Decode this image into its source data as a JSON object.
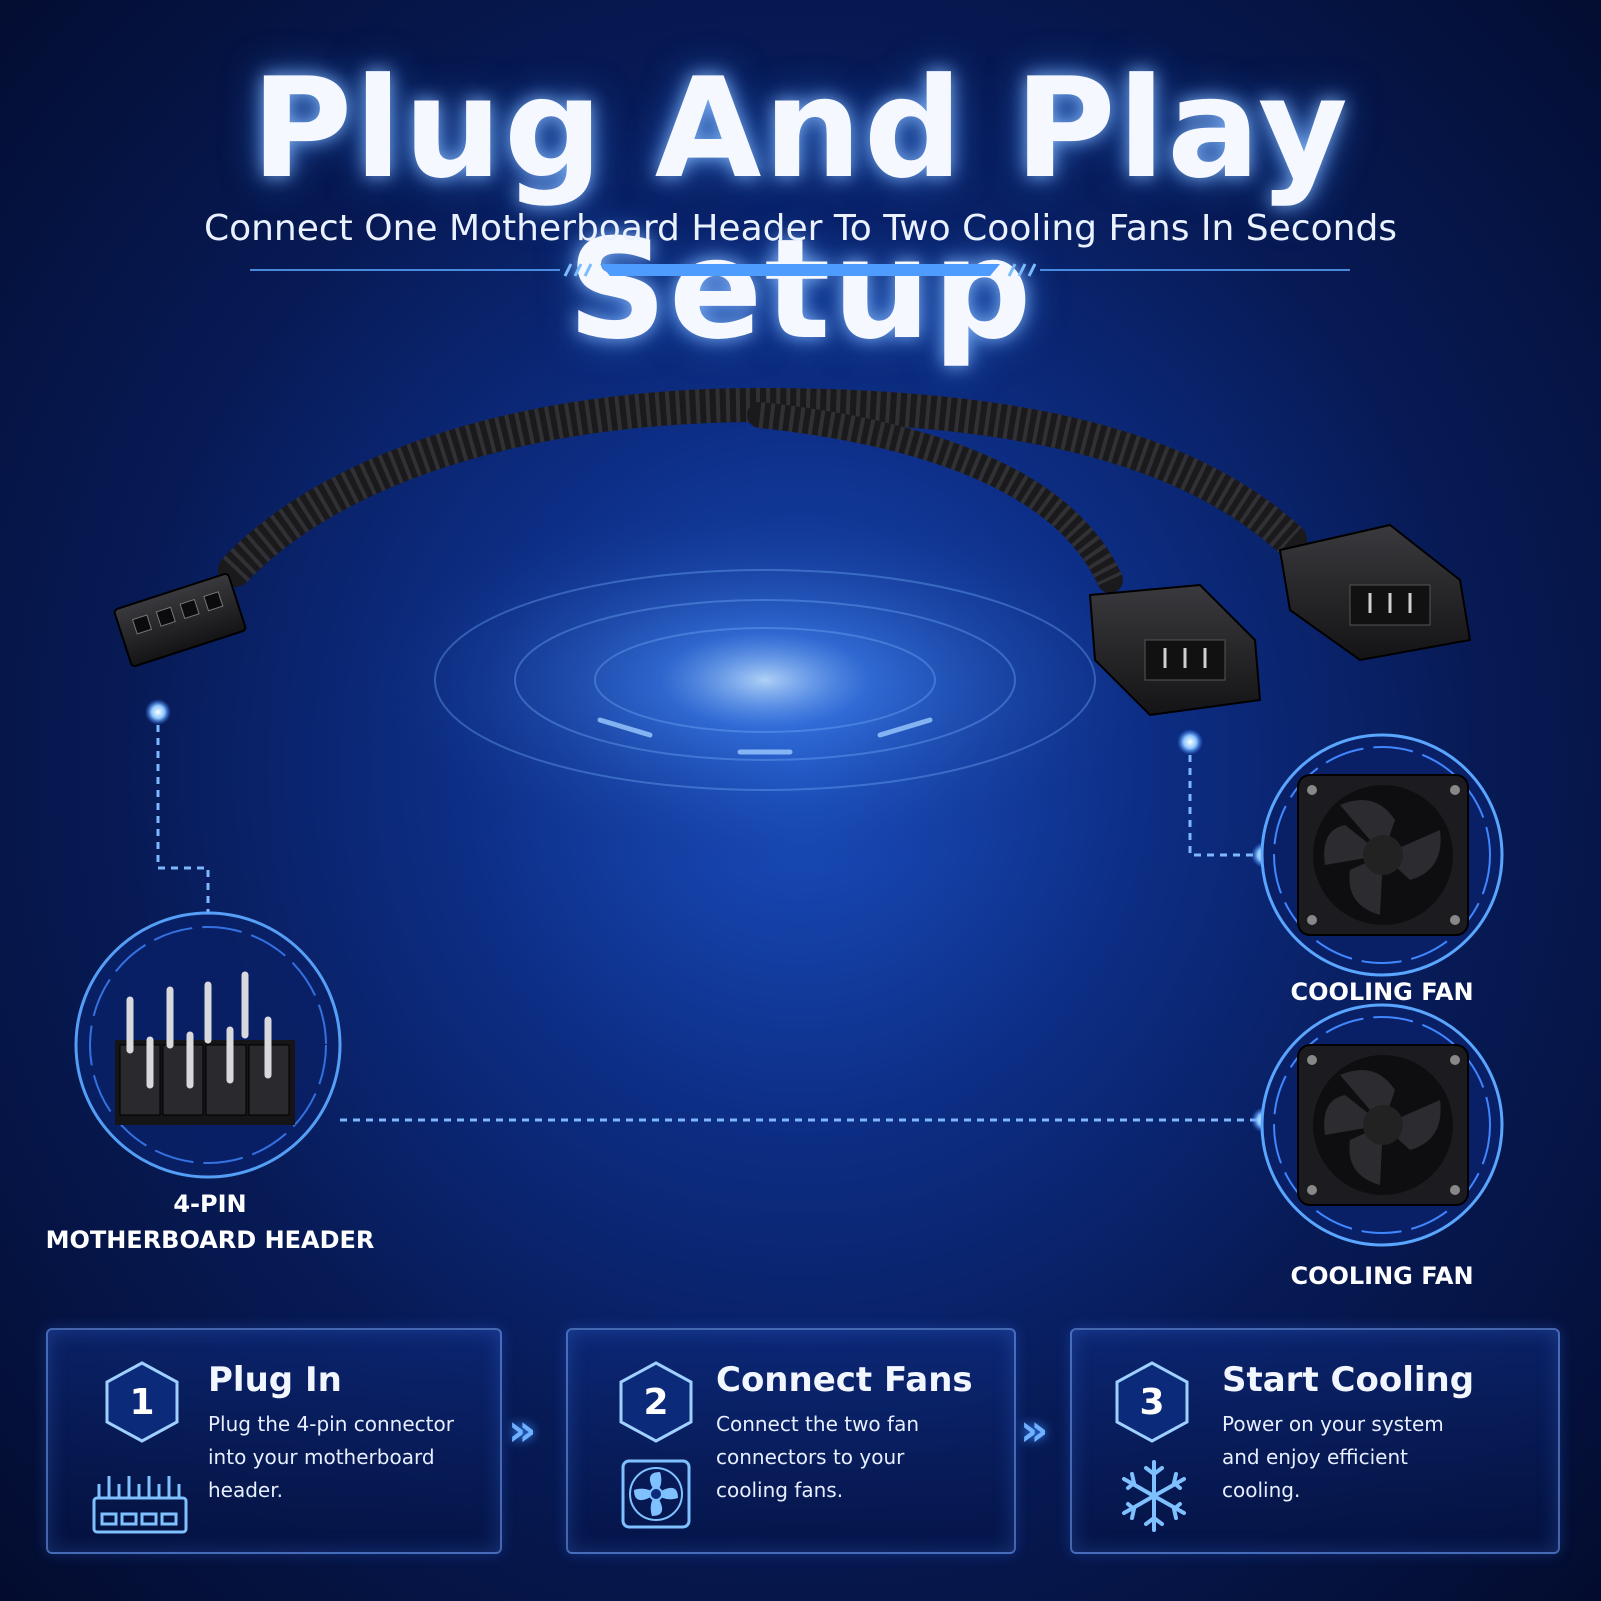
{
  "header": {
    "title": "Plug And Play Setup",
    "subtitle": "Connect One Motherboard Header To Two Cooling Fans In Seconds"
  },
  "diagram": {
    "motherboard_label_line1": "4-PIN",
    "motherboard_label_line2": "MOTHERBOARD HEADER",
    "fan_label_1": "COOLING FAN",
    "fan_label_2": "COOLING FAN"
  },
  "steps": [
    {
      "number": "1",
      "title": "Plug In",
      "text": [
        "Plug the 4-pin connector",
        "into your motherboard header."
      ],
      "icon": "header-pins-icon"
    },
    {
      "number": "2",
      "title": "Connect Fans",
      "text": [
        "Connect the two fan",
        "connectors to your",
        "cooling fans."
      ],
      "icon": "fan-icon"
    },
    {
      "number": "3",
      "title": "Start Cooling",
      "text": [
        "Power on your system",
        "and enjoy efficient",
        "cooling."
      ],
      "icon": "snowflake-icon"
    }
  ],
  "arrows": [
    "»",
    "»"
  ],
  "colors": {
    "accent": "#5aa6ff",
    "background": "#0a2470"
  }
}
